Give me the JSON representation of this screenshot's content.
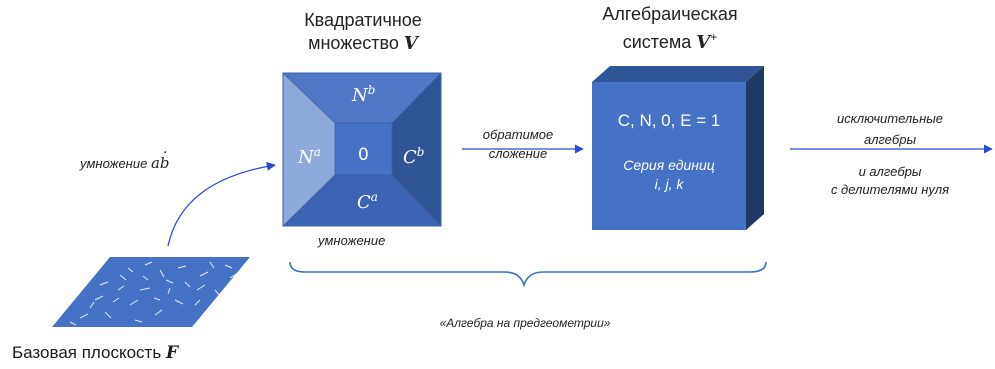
{
  "square_set": {
    "title_line1": "Квадратичное",
    "title_line2": "множество",
    "title_symbol": "V",
    "top_label": "N",
    "top_label_sup": "b",
    "left_label": "N",
    "left_label_sup": "a",
    "center_label": "0",
    "right_label": "C",
    "right_label_sup": "b",
    "bottom_label": "C",
    "bottom_label_sup": "a",
    "caption": "умножение"
  },
  "algebraic_system": {
    "title_line1": "Алгебраическая",
    "title_line2": "система",
    "title_symbol": "V",
    "title_symbol_sup": "+",
    "line1": "C, N, 0, E = 1",
    "line2": "Серия единиц",
    "line3": "i, j, k"
  },
  "arrow_add": {
    "line1": "обратимое",
    "line2": "сложение"
  },
  "arrow_mult": {
    "text": "умножение",
    "symbol": "ab",
    "symbol_mark": "·"
  },
  "outputs": {
    "line1": "исключительные",
    "line2": "алгебры",
    "line3": "и алгебры",
    "line4": "с делителями нуля"
  },
  "base_plane": {
    "label": "Базовая плоскость",
    "symbol": "F"
  },
  "bracket_caption": "«Алгебра на предгеометрии»",
  "colors": {
    "cube_front": "#4472c4",
    "cube_top": "#2f5597",
    "cube_side": "#203864",
    "arrow": "#2a4bd7",
    "plane": "#4472c4"
  }
}
